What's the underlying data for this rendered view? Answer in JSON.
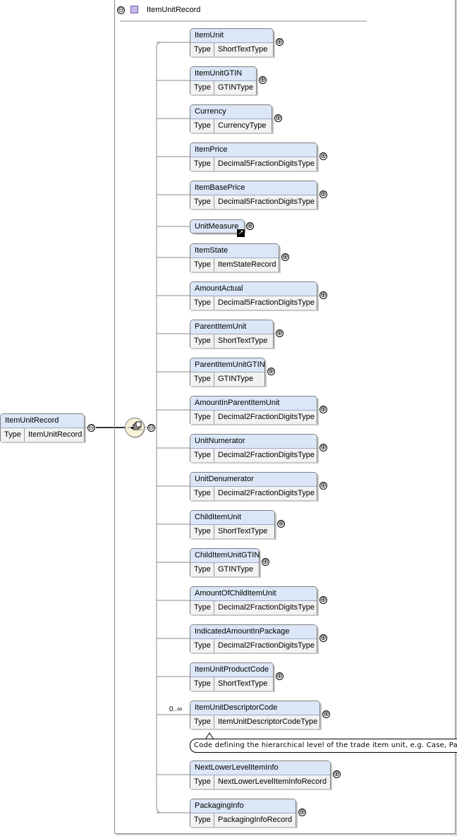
{
  "complex_type": {
    "name": "ItemUnitRecord",
    "icon": "complex-type-icon"
  },
  "root": {
    "name": "ItemUnitRecord",
    "type_label": "Type",
    "type_value": "ItemUnitRecord"
  },
  "icons": {
    "collapse": "⊖",
    "expand": "⊕",
    "reference": "↗"
  },
  "children": [
    {
      "name": "ItemUnit",
      "type_label": "Type",
      "type_value": "ShortTextType"
    },
    {
      "name": "ItemUnitGTIN",
      "type_label": "Type",
      "type_value": "GTINType"
    },
    {
      "name": "Currency",
      "type_label": "Type",
      "type_value": "CurrencyType"
    },
    {
      "name": "ItemPrice",
      "type_label": "Type",
      "type_value": "Decimal5FractionDigitsType"
    },
    {
      "name": "ItemBasePrice",
      "type_label": "Type",
      "type_value": "Decimal5FractionDigitsType"
    },
    {
      "name": "UnitMeasure",
      "reference": true
    },
    {
      "name": "ItemState",
      "type_label": "Type",
      "type_value": "ItemStateRecord"
    },
    {
      "name": "AmountActual",
      "type_label": "Type",
      "type_value": "Decimal5FractionDigitsType"
    },
    {
      "name": "ParentItemUnit",
      "type_label": "Type",
      "type_value": "ShortTextType"
    },
    {
      "name": "ParentItemUnitGTIN",
      "type_label": "Type",
      "type_value": "GTINType"
    },
    {
      "name": "AmountInParentItemUnit",
      "type_label": "Type",
      "type_value": "Decimal2FractionDigitsType"
    },
    {
      "name": "UnitNumerator",
      "type_label": "Type",
      "type_value": "Decimal2FractionDigitsType"
    },
    {
      "name": "UnitDenumerator",
      "type_label": "Type",
      "type_value": "Decimal2FractionDigitsType"
    },
    {
      "name": "ChildItemUnit",
      "type_label": "Type",
      "type_value": "ShortTextType"
    },
    {
      "name": "ChildItemUnitGTIN",
      "type_label": "Type",
      "type_value": "GTINType"
    },
    {
      "name": "AmountOfChildItemUnit",
      "type_label": "Type",
      "type_value": "Decimal2FractionDigitsType"
    },
    {
      "name": "IndicatedAmountInPackage",
      "type_label": "Type",
      "type_value": "Decimal2FractionDigitsType"
    },
    {
      "name": "ItemUnitProductCode",
      "type_label": "Type",
      "type_value": "ShortTextType"
    },
    {
      "name": "ItemUnitDescriptorCode",
      "type_label": "Type",
      "type_value": "ItemUnitDescriptorCodeType",
      "occurrence": "0..∞",
      "annotation": "Code defining the hierarchical level of the trade item unit, e.g. Case, Pallet"
    },
    {
      "name": "NextLowerLevelItemInfo",
      "type_label": "Type",
      "type_value": "NextLowerLevelItemInfoRecord"
    },
    {
      "name": "PackagingInfo",
      "type_label": "Type",
      "type_value": "PackagingInfoRecord"
    }
  ]
}
